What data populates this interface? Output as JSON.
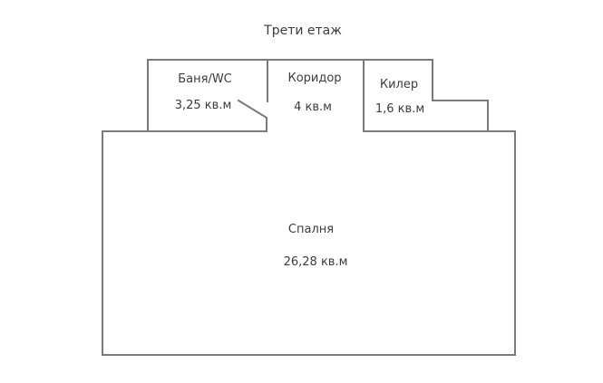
{
  "title": "Трети етаж",
  "colors": {
    "background": "#ffffff",
    "wall": "#7a7a7a",
    "text": "#3c3c3c"
  },
  "rooms": [
    {
      "name": "Баня/WC",
      "area": "3,25 кв.м"
    },
    {
      "name": "Коридор",
      "area": "4 кв.м"
    },
    {
      "name": "Килер",
      "area": "1,6 кв.м"
    },
    {
      "name": "Спалня",
      "area": "26,28 кв.м"
    }
  ]
}
